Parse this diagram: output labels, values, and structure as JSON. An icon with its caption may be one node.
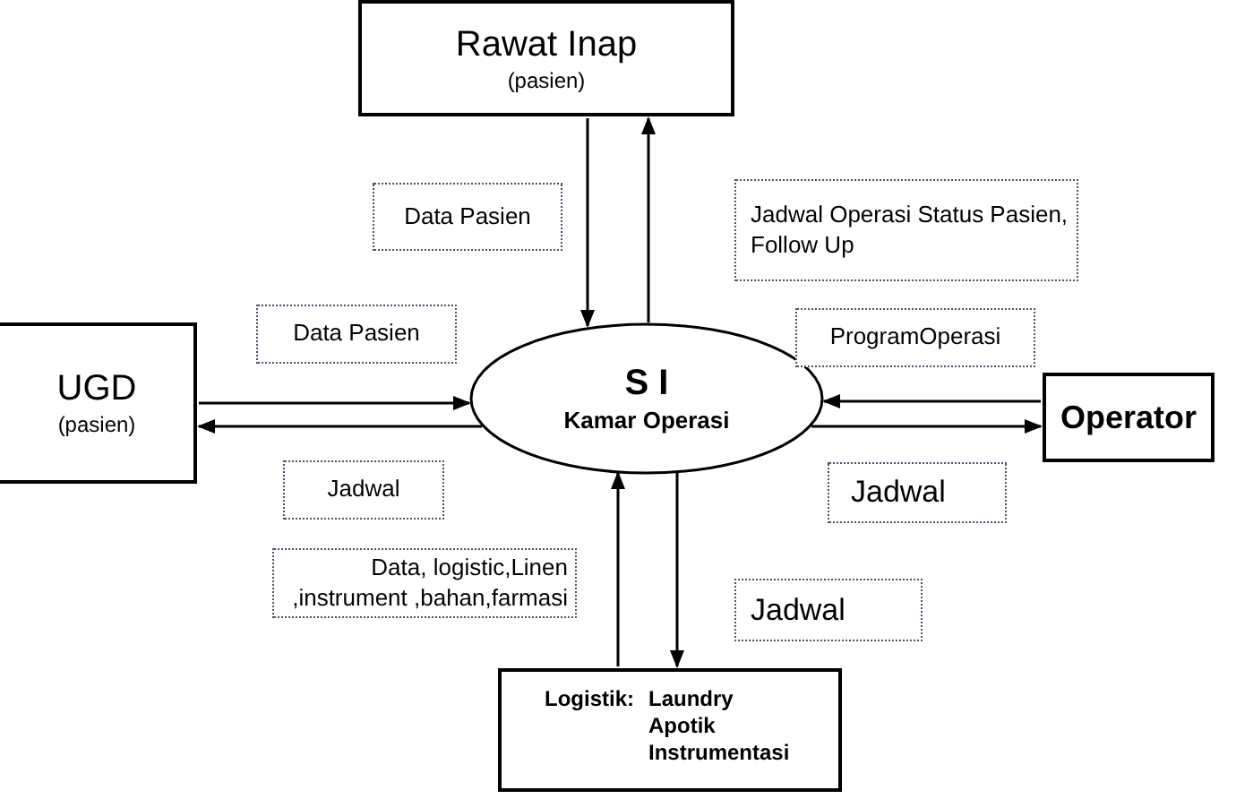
{
  "diagram": {
    "nodes": [
      {
        "text": [
          "Rawat Inap",
          "(pasien)"
        ]
      },
      {
        "text": [
          "UGD",
          "(pasien)"
        ]
      },
      {
        "text": [
          "S I",
          "Kamar Operasi"
        ]
      },
      {
        "text": [
          "Operator"
        ]
      },
      {
        "text": [
          "Logistik:",
          "Laundry Apotik Instrumentasi"
        ]
      }
    ],
    "edges": [
      {
        "from": 0,
        "to": 2,
        "arrow": "to",
        "label": "Data Pasien"
      },
      {
        "from": 2,
        "to": 0,
        "arrow": "to",
        "label": "Jadwal Operasi Status Pasien, Follow Up"
      },
      {
        "from": 1,
        "to": 2,
        "arrow": "to",
        "label": "Data Pasien"
      },
      {
        "from": 2,
        "to": 1,
        "arrow": "to",
        "label": "Jadwal"
      },
      {
        "from": 3,
        "to": 2,
        "arrow": "to",
        "label": "ProgramOperasi"
      },
      {
        "from": 2,
        "to": 3,
        "arrow": "to",
        "label": "Jadwal"
      },
      {
        "from": 4,
        "to": 2,
        "arrow": "to",
        "label": "Data, logistic,Linen ,instrument ,bahan,farmasi"
      },
      {
        "from": 2,
        "to": 4,
        "arrow": "to",
        "label": "Jadwal"
      }
    ]
  }
}
